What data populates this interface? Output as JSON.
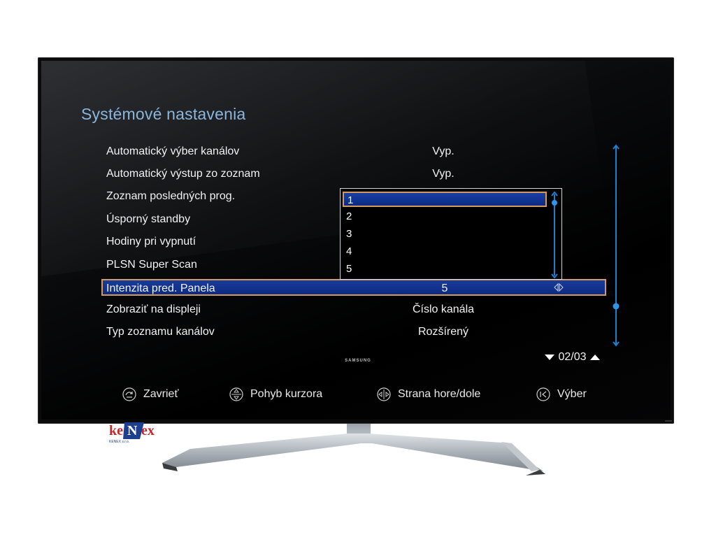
{
  "menu": {
    "title": "Systémové nastavenia",
    "rows": [
      {
        "label": "Automatický výber kanálov",
        "value": "Vyp."
      },
      {
        "label": "Automatický výstup zo zoznam",
        "value": "Vyp."
      },
      {
        "label": "Zoznam posledných prog.",
        "value": ""
      },
      {
        "label": "Úsporný standby",
        "value": ""
      },
      {
        "label": "Hodiny pri vypnutí",
        "value": ""
      },
      {
        "label": "PLSN Super Scan",
        "value": ""
      },
      {
        "label": "Intenzita pred. Panela",
        "value": "5"
      },
      {
        "label": "Zobraziť na displeji",
        "value": "Číslo kanála"
      },
      {
        "label": "Typ zoznamu kanálov",
        "value": "Rozšírený"
      }
    ],
    "selected_row_index": 6
  },
  "dropdown": {
    "options": [
      "1",
      "2",
      "3",
      "4",
      "5"
    ],
    "highlighted_option": "1"
  },
  "pager": {
    "text": "02/03"
  },
  "footer": {
    "close": "Zavrieť",
    "move_cursor": "Pohyb kurzora",
    "page_up_down": "Strana hore/dole",
    "select": "Výber"
  },
  "tv": {
    "brand": "SAMSUNG"
  },
  "logo": {
    "text": "keNex",
    "sub": "KENEX s.r.o."
  },
  "colors": {
    "title": "#8ab6dc",
    "highlight_bg": "#0d2b82",
    "highlight_border": "#d59b5c",
    "scrollbar": "#1e7fd0"
  },
  "icons": [
    "back-icon",
    "cursor-move-icon",
    "page-updown-icon",
    "ok-select-icon",
    "left-right-arrows-icon",
    "triangle-down-icon",
    "triangle-up-icon"
  ]
}
